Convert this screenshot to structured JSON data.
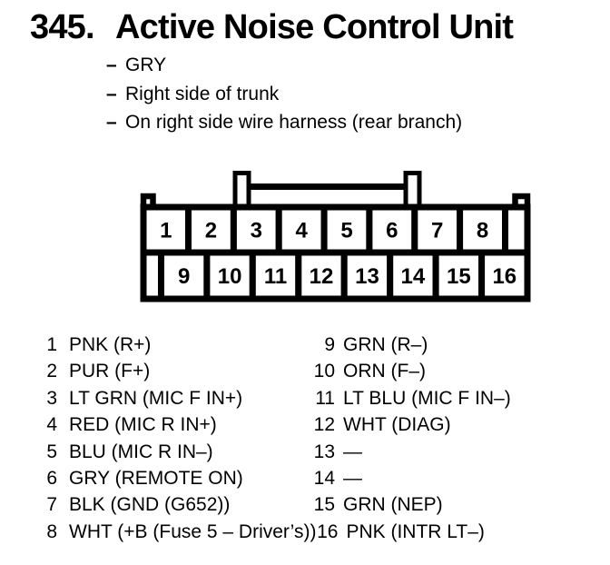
{
  "colors": {
    "ink": "#000000",
    "paper": "#ffffff"
  },
  "header": {
    "section_number": "345.",
    "title": "Active Noise Control Unit",
    "bullet_dash": "–",
    "bullets": [
      "GRY",
      "Right side of trunk",
      "On right side wire harness (rear branch)"
    ]
  },
  "connector": {
    "top_pins": [
      "1",
      "2",
      "3",
      "4",
      "5",
      "6",
      "7",
      "8"
    ],
    "bottom_pins": [
      "9",
      "10",
      "11",
      "12",
      "13",
      "14",
      "15",
      "16"
    ]
  },
  "pin_list": {
    "rows": [
      {
        "left_num": "1",
        "left_label": "PNK (R+)",
        "right_num": "9",
        "right_label": "GRN (R–)"
      },
      {
        "left_num": "2",
        "left_label": "PUR (F+)",
        "right_num": "10",
        "right_label": "ORN (F–)"
      },
      {
        "left_num": "3",
        "left_label": "LT GRN (MIC F IN+)",
        "right_num": "11",
        "right_label": "LT BLU (MIC F IN–)"
      },
      {
        "left_num": "4",
        "left_label": "RED (MIC R IN+)",
        "right_num": "12",
        "right_label": "WHT (DIAG)"
      },
      {
        "left_num": "5",
        "left_label": "BLU (MIC R IN–)",
        "right_num": "13",
        "right_label": "—"
      },
      {
        "left_num": "6",
        "left_label": "GRY (REMOTE ON)",
        "right_num": "14",
        "right_label": "—"
      },
      {
        "left_num": "7",
        "left_label": "BLK (GND (G652))",
        "right_num": "15",
        "right_label": "GRN (NEP)"
      },
      {
        "left_num": "8",
        "left_label": "WHT (+B (Fuse 5 – Driver’s))",
        "right_num": "16",
        "right_label": "PNK (INTR LT–)"
      }
    ]
  }
}
